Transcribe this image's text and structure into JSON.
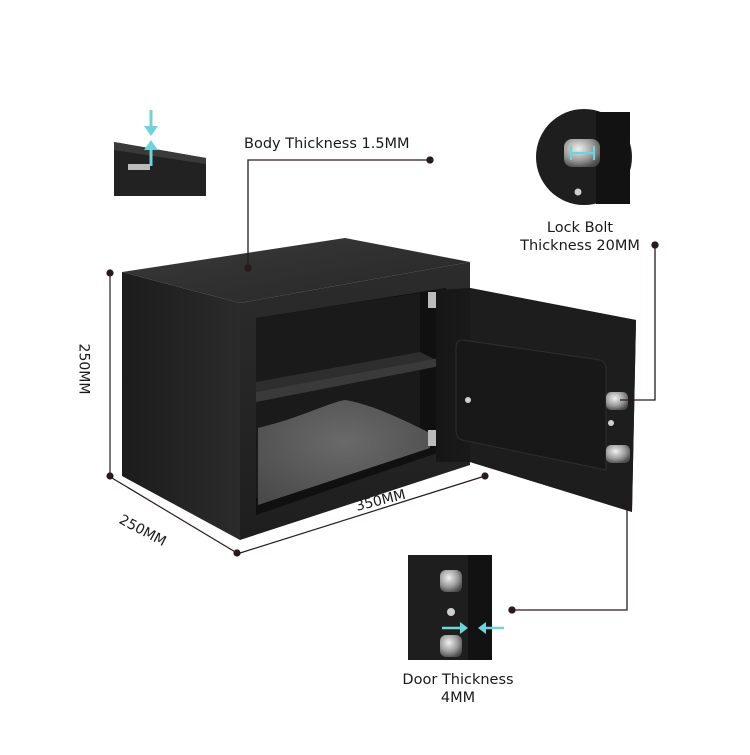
{
  "callouts": {
    "body_thickness": "Body Thickness  1.5MM",
    "lock_bolt_line1": "Lock Bolt",
    "lock_bolt_line2": "Thickness 20MM",
    "door_thickness_line1": "Door Thickness",
    "door_thickness_line2": "4MM"
  },
  "dimensions": {
    "height": "250MM",
    "depth": "250MM",
    "width": "350MM"
  },
  "colors": {
    "safe_body": "#1f1f1f",
    "accent_arrow": "#6fd3dc",
    "leader_line": "#2a1a1a"
  }
}
